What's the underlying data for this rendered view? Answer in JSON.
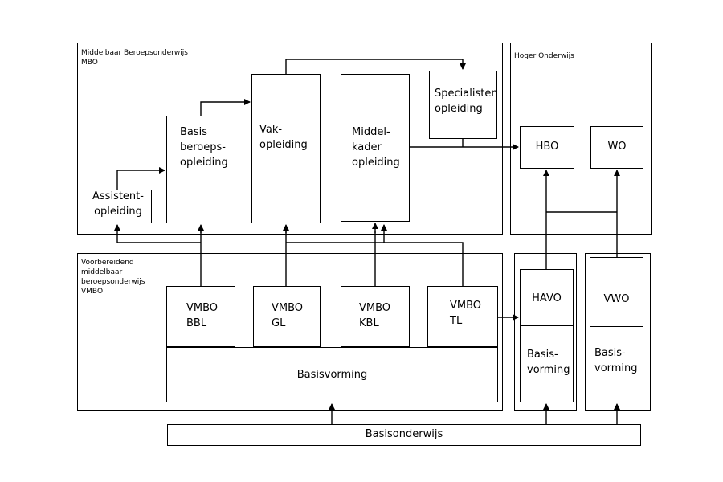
{
  "regions": {
    "mbo": "Middelbaar Beroepsonderwijs\nMBO",
    "ho": "Hoger Onderwijs",
    "vmbo": "Voorbereidend\nmiddelbaar\nberoepsonderwijs\nVMBO"
  },
  "mbo_boxes": {
    "assistent": "Assistent-\nopleiding",
    "basis": "Basis\nberoeps-\nopleiding",
    "vak": "Vak-\nopleiding",
    "middelkader": "Middel-\nkader\nopleiding",
    "specialisten": "Specialisten\nopleiding"
  },
  "ho_boxes": {
    "hbo": "HBO",
    "wo": "WO"
  },
  "vmbo_boxes": {
    "bbl": "VMBO\nBBL",
    "gl": "VMBO\nGL",
    "kbl": "VMBO\nKBL",
    "tl": "VMBO\nTL",
    "basisvorming": "Basisvorming"
  },
  "havo": {
    "top": "HAVO",
    "bottom": "Basis-\nvorming"
  },
  "vwo": {
    "top": "VWO",
    "bottom": "Basis-\nvorming"
  },
  "basisonderwijs": "Basisonderwijs"
}
